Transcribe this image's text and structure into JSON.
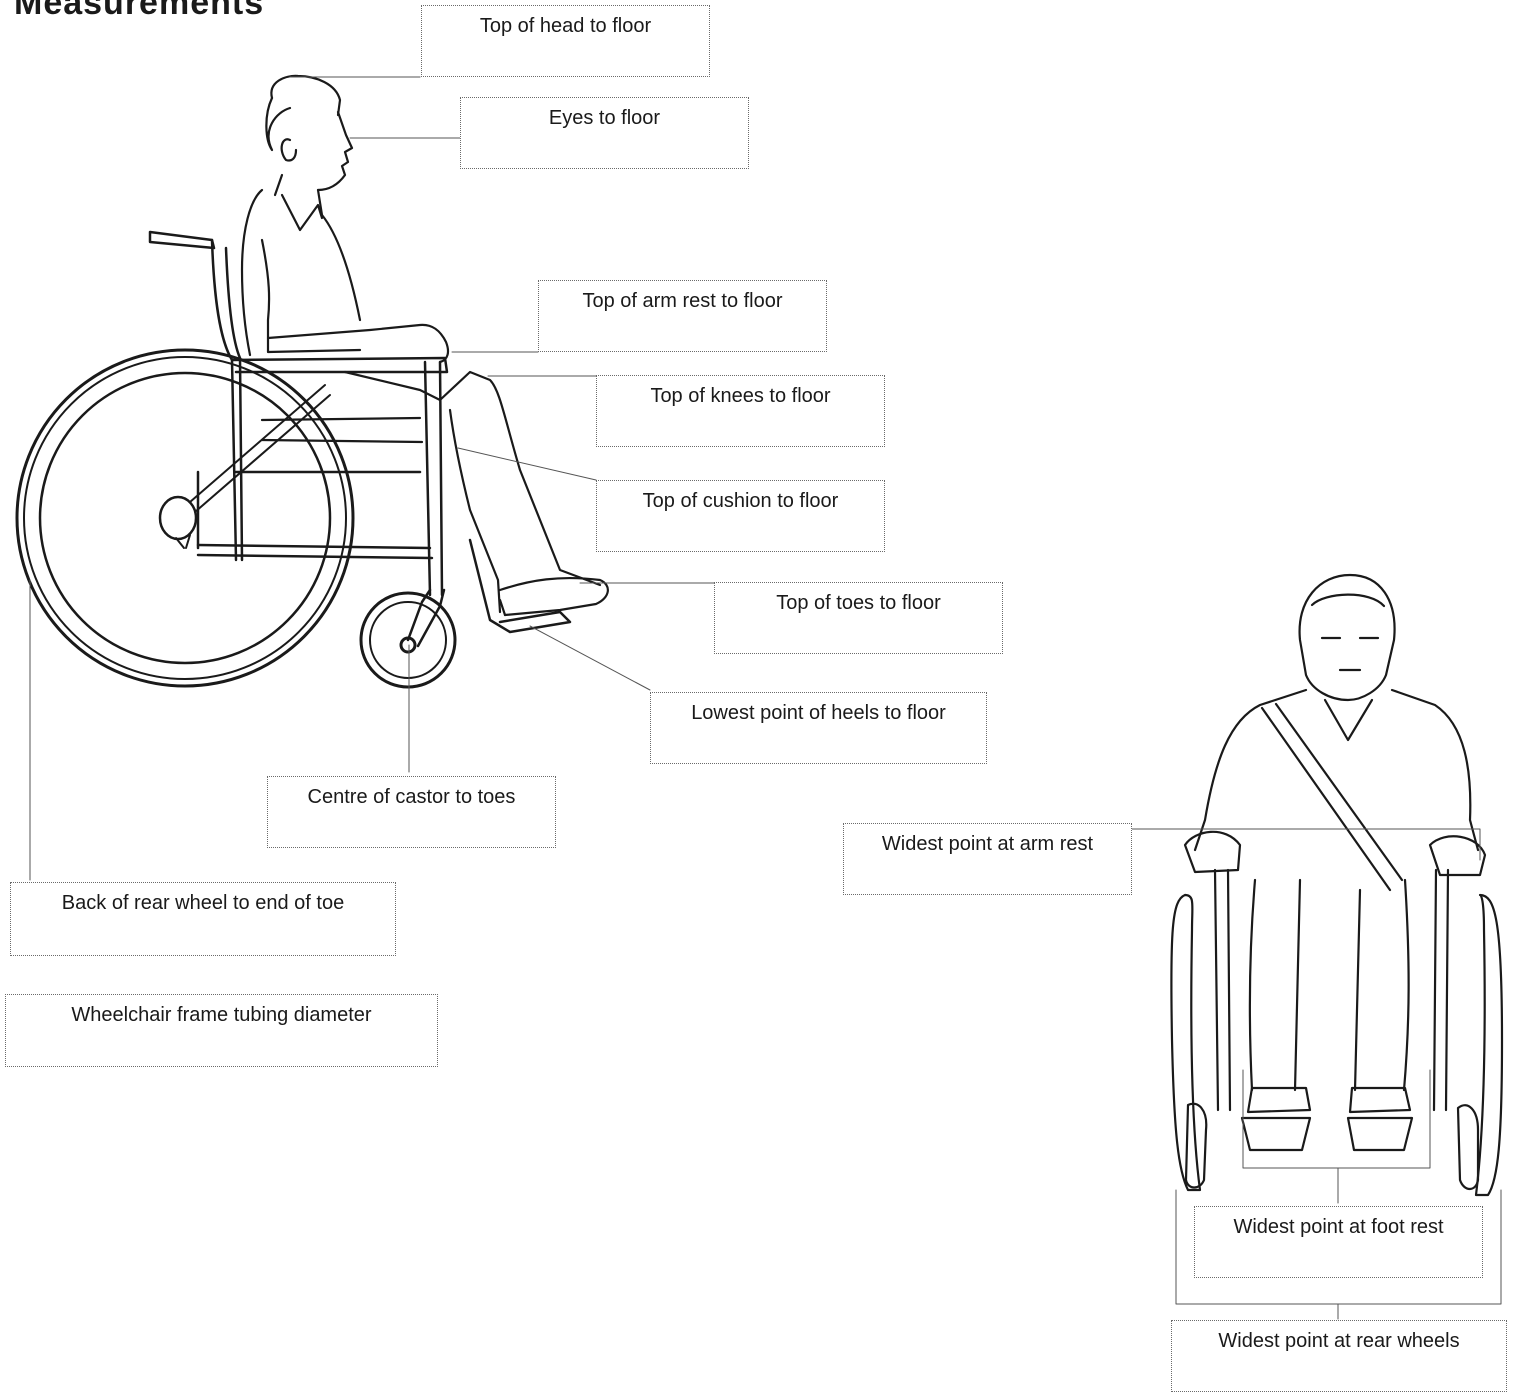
{
  "title_fragment": "Measurements",
  "labels": {
    "top_head": "Top of head to floor",
    "eyes": "Eyes to floor",
    "armrest_floor": "Top of arm rest to floor",
    "knees": "Top of knees to floor",
    "cushion": "Top of cushion to floor",
    "toes": "Top of toes to floor",
    "heels": "Lowest point of heels to floor",
    "castor": "Centre of castor to toes",
    "rear_wheel_toe": "Back of rear wheel to end of toe",
    "tubing": "Wheelchair frame tubing diameter",
    "widest_armrest": "Widest point at arm rest",
    "widest_footrest": "Widest point at foot rest",
    "widest_rear": "Widest point at rear wheels"
  },
  "colors": {
    "ink": "#1a1a1a",
    "leader": "#555555",
    "box_border": "#6a6a6a"
  }
}
